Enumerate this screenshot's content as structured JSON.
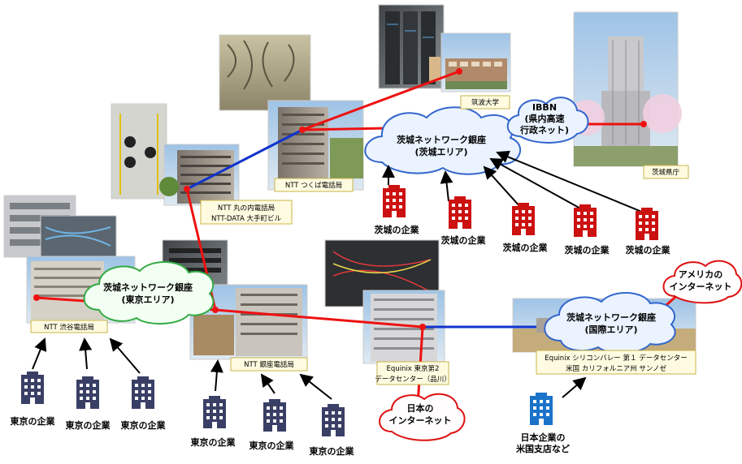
{
  "clouds": {
    "ibaraki_main": [
      "茨城ネットワーク銀座",
      "(茨城エリア)"
    ],
    "tokyo": [
      "茨城ネットワーク銀座",
      "(東京エリア)"
    ],
    "international": [
      "茨城ネットワーク銀座",
      "(国際エリア)"
    ],
    "ibbn": [
      "IBBN",
      "(県内高速",
      "行政ネット)"
    ],
    "america": [
      "アメリカの",
      "インターネット"
    ],
    "japan": [
      "日本の",
      "インターネット"
    ]
  },
  "sites": {
    "tsukuba_univ": "筑波大学",
    "ntt_tsukuba": "NTT つくば電話局",
    "ntt_marunouchi": [
      "NTT 丸の内電話局",
      "NTT-DATA 大手町ビル"
    ],
    "ntt_shibuya": "NTT 渋谷電話局",
    "ntt_ginza": "NTT 銀座電話局",
    "equinix_tokyo": [
      "Equinix 東京第2",
      "データセンター（品川）"
    ],
    "equinix_sv": [
      "Equinix シリコンバレー 第１ データセンター",
      "米国 カリフォルニア州 サンノゼ"
    ],
    "ibaraki_pref": "茨城県庁"
  },
  "buildings": {
    "ibaraki": [
      "茨城の企業",
      "茨城の企業",
      "茨城の企業",
      "茨城の企業",
      "茨城の企業"
    ],
    "tokyo_left": [
      "東京の企業",
      "東京の企業",
      "東京の企業"
    ],
    "tokyo_bottom": [
      "東京の企業",
      "東京の企業",
      "東京の企業"
    ],
    "us_branch": [
      "日本企業の",
      "米国支店など"
    ]
  },
  "colors": {
    "red_line": "#ee1111",
    "blue_line": "#1133cc",
    "red_building": "#cc1111",
    "navy_building": "#3a3f66",
    "blue_building": "#1a73c9",
    "cloud_blue_fill": "#eaf3ff",
    "cloud_blue_stroke": "#3366cc",
    "cloud_green_fill": "#f2fff2",
    "cloud_green_stroke": "#33aa44",
    "cloud_red_stroke": "#dd1111"
  }
}
